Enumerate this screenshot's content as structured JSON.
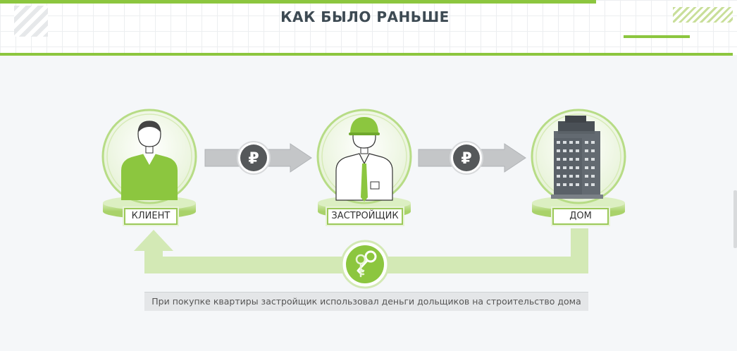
{
  "header": {
    "title": "КАК БЫЛО РАНЬШЕ"
  },
  "nodes": [
    {
      "id": "client",
      "label": "КЛИЕНТ"
    },
    {
      "id": "developer",
      "label": "ЗАСТРОЙЩИК"
    },
    {
      "id": "house",
      "label": "ДОМ"
    }
  ],
  "icons": {
    "currency": "₽",
    "keys": "keys-icon"
  },
  "caption": "При покупке квартиры застройщик использовал деньги дольщиков на строительство дома",
  "colors": {
    "accent": "#8cc63f",
    "light_green": "#d3e9b5",
    "arrow_gray": "#c4c6c8",
    "ruble_dark": "#55585a"
  }
}
